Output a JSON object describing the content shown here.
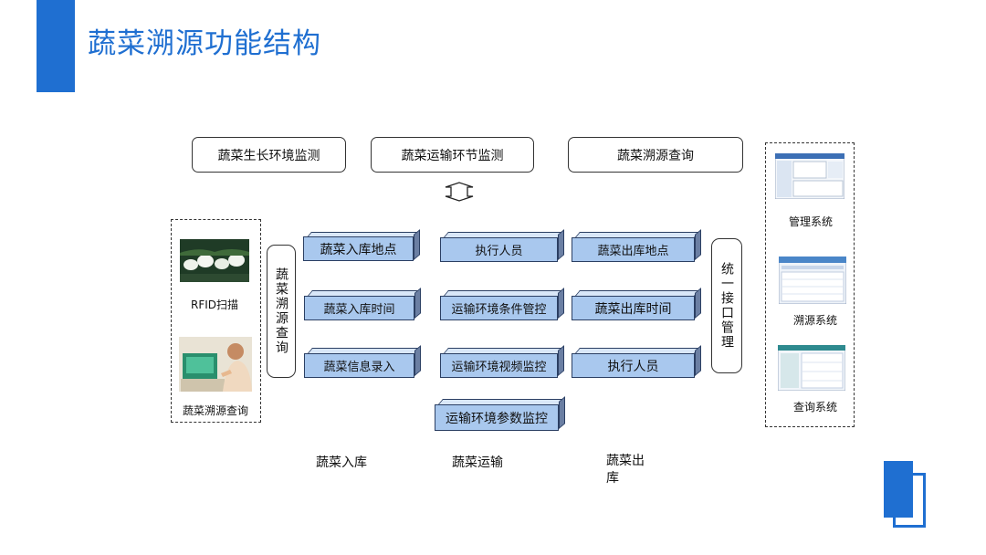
{
  "title": "蔬菜溯源功能结构",
  "top_boxes": [
    "蔬菜生长环境监测",
    "蔬菜运输环节监测",
    "蔬菜溯源查询"
  ],
  "left_panel": {
    "items": [
      {
        "caption": "RFID扫描",
        "icon": "rfid-scan-photo"
      },
      {
        "caption": "蔬菜溯源查询",
        "icon": "query-kiosk-photo"
      }
    ]
  },
  "vertical_left": "蔬菜溯源查询",
  "vertical_right": "统一接口管理",
  "columns": {
    "storage_in": [
      "蔬菜入库地点",
      "蔬菜入库时间",
      "蔬菜信息录入"
    ],
    "transport": [
      "执行人员",
      "运输环境条件管控",
      "运输环境视频监控",
      "运输环境参数监控"
    ],
    "storage_out": [
      "蔬菜出库地点",
      "蔬菜出库时间",
      "执行人员"
    ]
  },
  "bottom_labels": [
    "蔬菜入库",
    "蔬菜运输",
    "蔬菜出库"
  ],
  "right_panel": {
    "items": [
      {
        "caption": "管理系统",
        "icon": "management-system-screenshot"
      },
      {
        "caption": "溯源系统",
        "icon": "trace-system-screenshot"
      },
      {
        "caption": "查询系统",
        "icon": "query-system-screenshot"
      }
    ]
  },
  "colors": {
    "accent": "#1f6fd1",
    "cube_face": "#a9c8ee",
    "cube_top": "#d9e7f8",
    "cube_side": "#6b7fa3"
  }
}
